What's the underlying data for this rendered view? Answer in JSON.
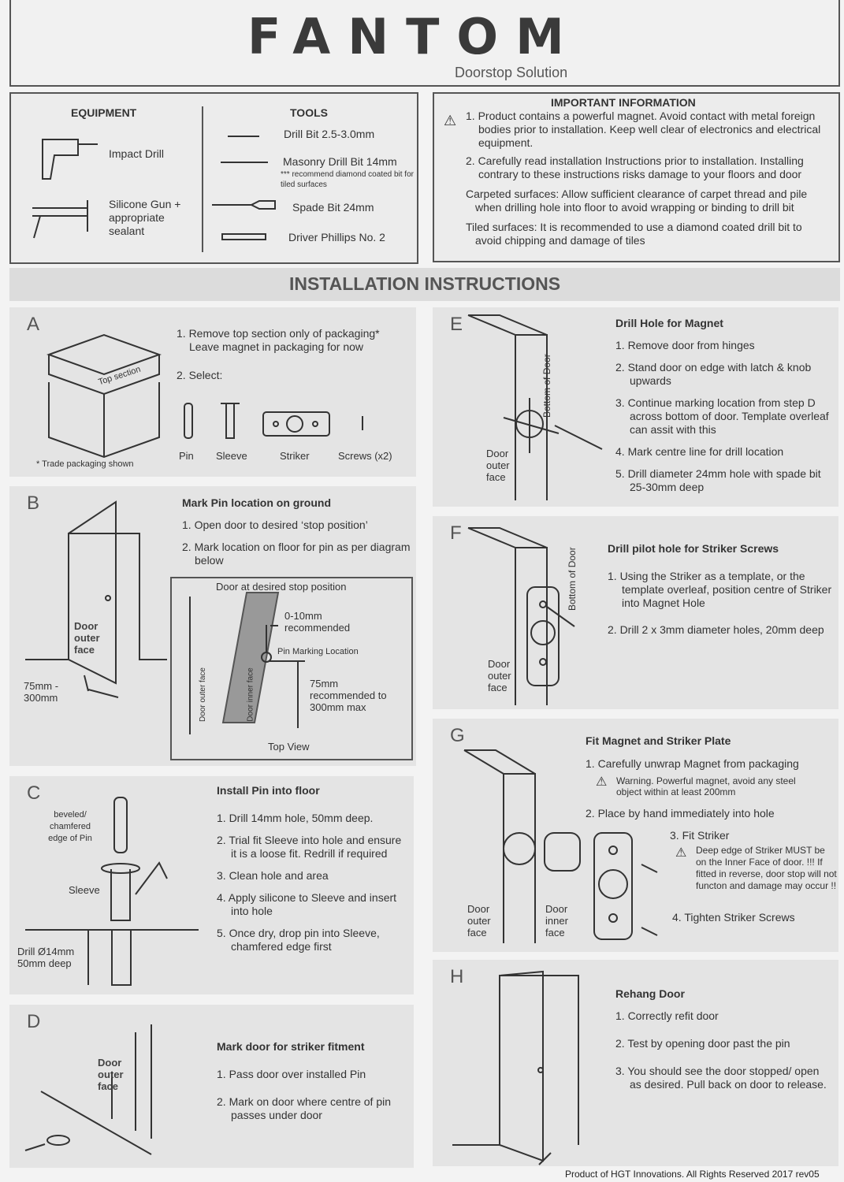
{
  "header": {
    "brand": "FANTOM",
    "tagline": "Doorstop Solution"
  },
  "equipment": {
    "title": "EQUIPMENT",
    "items": [
      {
        "icon": "impact-drill-icon",
        "label": "Impact Drill"
      },
      {
        "icon": "silicone-gun-icon",
        "label": "Silicone Gun + appropriate sealant"
      }
    ]
  },
  "tools": {
    "title": "TOOLS",
    "items": [
      {
        "icon": "drill-bit-icon",
        "label": "Drill Bit 2.5-3.0mm"
      },
      {
        "icon": "masonry-bit-icon",
        "label": "Masonry Drill Bit 14mm",
        "note": "*** recommend diamond coated bit for tiled surfaces"
      },
      {
        "icon": "spade-bit-icon",
        "label": "Spade Bit 24mm"
      },
      {
        "icon": "phillips-bit-icon",
        "label": "Driver Phillips No. 2"
      }
    ]
  },
  "important": {
    "title": "IMPORTANT INFORMATION",
    "items": [
      "1. Product contains a powerful magnet. Avoid contact with metal foreign bodies prior to installation. Keep well clear of electronics and electrical equipment.",
      "2. Carefully read installation Instructions prior to installation. Installing contrary to these instructions risks damage to your floors and door",
      "Carpeted surfaces: Allow sufficient clearance of carpet thread and pile when drilling hole into floor to avoid wrapping or binding to drill bit",
      "Tiled surfaces: It is recommended to use a diamond coated drill bit to avoid chipping and damage of tiles"
    ]
  },
  "banner": "INSTALLATION INSTRUCTIONS",
  "A": {
    "letter": "A",
    "steps": [
      "1. Remove top section only of packaging* Leave magnet in packaging for now",
      "2. Select:"
    ],
    "parts": [
      "Pin",
      "Sleeve",
      "Striker",
      "Screws (x2)"
    ],
    "box_label": "Top section",
    "footnote": "* Trade packaging shown"
  },
  "B": {
    "letter": "B",
    "title": "Mark Pin location on ground",
    "steps": [
      "1. Open door to desired ‘stop position’",
      "2. Mark location on floor for pin as per diagram below"
    ],
    "door_label": "Door outer face",
    "distance": "75mm - 300mm",
    "inset": {
      "title": "Door at desired stop position",
      "gap": "0-10mm recommended",
      "pin": "Pin Marking Location",
      "outer": "Door outer face",
      "inner": "Door inner face",
      "range": "75mm recommended to 300mm max",
      "caption": "Top View"
    }
  },
  "C": {
    "letter": "C",
    "title": "Install Pin into floor",
    "steps": [
      "1. Drill 14mm hole, 50mm deep.",
      "2. Trial fit Sleeve into hole and ensure it is a loose fit. Redrill if required",
      "3. Clean hole and area",
      "4. Apply silicone to Sleeve and insert into hole",
      "5. Once dry, drop pin into Sleeve, chamfered edge first"
    ],
    "pin_label": "beveled/ chamfered edge of Pin",
    "sleeve_label": "Sleeve",
    "drill_label": "Drill Ø14mm 50mm deep"
  },
  "D": {
    "letter": "D",
    "title": "Mark door for striker fitment",
    "steps": [
      "1. Pass door over installed Pin",
      "2. Mark on door where centre of pin passes under door"
    ],
    "door_label": "Door outer face"
  },
  "E": {
    "letter": "E",
    "title": "Drill Hole for Magnet",
    "steps": [
      "1. Remove door from hinges",
      "2. Stand door on edge with latch & knob upwards",
      "3. Continue marking location from step D across bottom of door. Template overleaf can assit with this",
      "4. Mark centre line for drill location",
      "5. Drill diameter 24mm hole with spade bit 25-30mm deep"
    ],
    "edge_label": "Bottom of Door",
    "door_label": "Door outer face"
  },
  "F": {
    "letter": "F",
    "title": "Drill pilot hole for Striker Screws",
    "steps": [
      "1. Using the Striker as a template, or the template overleaf, position centre of Striker into Magnet Hole",
      "2. Drill 2 x 3mm diameter holes, 20mm deep"
    ],
    "edge_label": "Bottom of Door",
    "door_label": "Door outer face"
  },
  "G": {
    "letter": "G",
    "title": "Fit Magnet and Striker Plate",
    "step1": "1. Carefully unwrap Magnet from packaging",
    "warn1": "Warning. Powerful magnet, avoid any steel object within at least 200mm",
    "step2": "2. Place by hand immediately into hole",
    "step3": "3.  Fit Striker",
    "warn3": "Deep edge of Striker MUST be on the Inner Face of door. !!! If fitted in reverse, door stop will not functon and damage may occur !!",
    "step4": "4.  Tighten Striker Screws",
    "outer_label": "Door outer face",
    "inner_label": "Door inner face"
  },
  "H": {
    "letter": "H",
    "title": "Rehang Door",
    "steps": [
      "1. Correctly refit door",
      "2. Test by opening door past the pin",
      "3. You should see the door stopped/ open as desired. Pull back on door to release."
    ]
  },
  "footer": "Product of HGT Innovations. All Rights Reserved 2017  rev05"
}
